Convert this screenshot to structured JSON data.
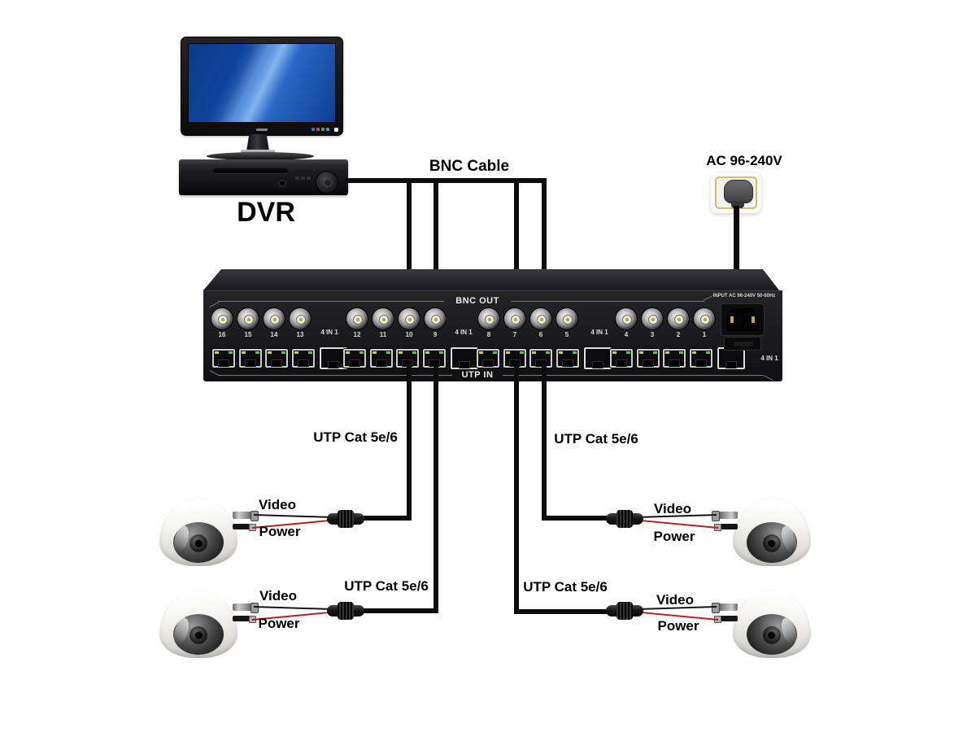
{
  "labels": {
    "bnc_cable": "BNC Cable",
    "ac_power": "AC 96-240V",
    "dvr": "DVR",
    "utp_cable": "UTP Cat 5e/6",
    "video": "Video",
    "power": "Power"
  },
  "device": {
    "bnc_out": "BNC OUT",
    "utp_in": "UTP IN",
    "power_input": "INPUT AC 96-240V 50-60Hz",
    "four_in_one": "4 IN 1",
    "bnc_groups": [
      [
        "16",
        "15",
        "14",
        "13"
      ],
      [
        "12",
        "11",
        "10",
        "9"
      ],
      [
        "8",
        "7",
        "6",
        "5"
      ],
      [
        "4",
        "3",
        "2",
        "1"
      ]
    ]
  },
  "connections": [
    {
      "from": "DVR",
      "to": "Hub BNC OUT ports 10, 9, 7, 6",
      "cable": "BNC Cable"
    },
    {
      "from": "Hub UTP IN ports 10, 9",
      "to": "left dome cameras via video balun",
      "cable": "UTP Cat 5e/6"
    },
    {
      "from": "Hub UTP IN ports 7, 6",
      "to": "right dome cameras via video balun",
      "cable": "UTP Cat 5e/6"
    },
    {
      "from": "Wall outlet AC 96-240V",
      "to": "Hub power inlet",
      "cable": "power cord"
    }
  ],
  "colors": {
    "cable_black": "#0c0c0c",
    "wire_red": "#b81d1d",
    "screen_blue": "#1a55b8",
    "outlet_gold_border": "#cfc070",
    "panel_black": "#1b1b1e",
    "panel_text": "#e6e6e6",
    "label_text": "#000000"
  }
}
